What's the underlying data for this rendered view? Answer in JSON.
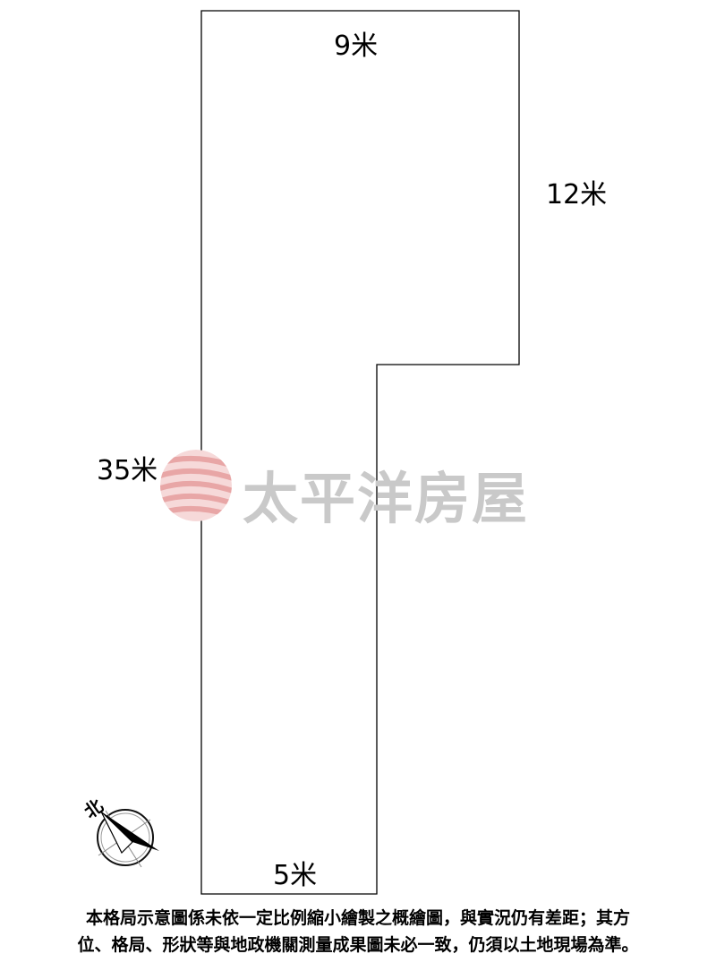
{
  "dimensions": {
    "top": "9米",
    "right": "12米",
    "left": "35米",
    "bottom": "5米"
  },
  "compass": {
    "north_label": "北",
    "icon": "compass-north-arrow-icon"
  },
  "watermark": {
    "brand": "太平洋房屋",
    "logo_icon": "pacific-realty-sphere-logo",
    "colors": {
      "logo": "#e8a6a6",
      "text": "#c9c9c9"
    }
  },
  "disclaimer": {
    "line1": "本格局示意圖係未依一定比例縮小繪製之概繪圖，與實況仍有差距；其方",
    "line2": "位、格局、形狀等與地政機關測量成果圖未必一致，仍須以土地現場為準。"
  }
}
